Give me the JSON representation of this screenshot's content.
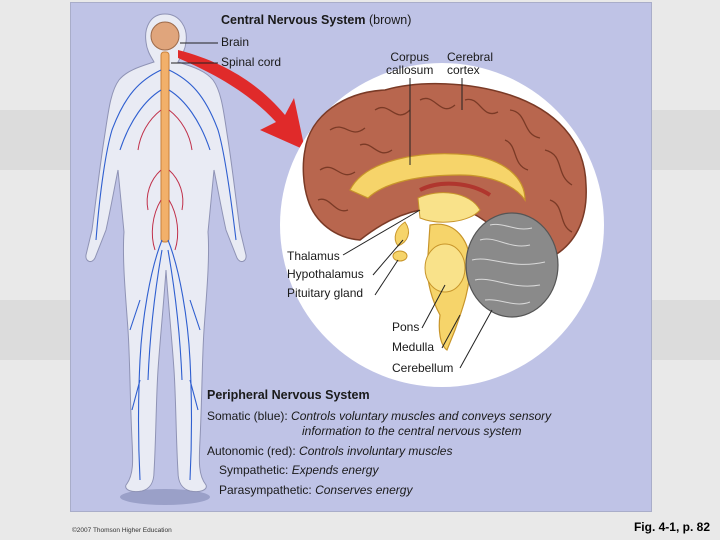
{
  "diagram": {
    "cns_title": "Central Nervous System",
    "cns_title_sub": "(brown)",
    "labels": {
      "brain": "Brain",
      "spinal_cord": "Spinal cord",
      "corpus_callosum_line1": "Corpus",
      "corpus_callosum_line2": "callosum",
      "cerebral_cortex_line1": "Cerebral",
      "cerebral_cortex_line2": "cortex",
      "thalamus": "Thalamus",
      "hypothalamus": "Hypothalamus",
      "pituitary_gland": "Pituitary gland",
      "pons": "Pons",
      "medulla": "Medulla",
      "cerebellum": "Cerebellum"
    },
    "pns": {
      "title": "Peripheral Nervous System",
      "somatic_label": "Somatic (blue):",
      "somatic_text_1": "Controls voluntary muscles and conveys sensory",
      "somatic_text_2": "information to the central nervous system",
      "autonomic_label": "Autonomic (red):",
      "autonomic_text": "Controls involuntary muscles",
      "sympathetic_label": "Sympathetic:",
      "sympathetic_text": "Expends energy",
      "parasympathetic_label": "Parasympathetic:",
      "parasympathetic_text": "Conserves energy"
    },
    "copyright": "©2007 Thomson Higher Education",
    "figure_ref": "Fig. 4-1, p. 82",
    "colors": {
      "panel": "#bfc3e6",
      "brain_outer": "#b8664e",
      "brain_inner": "#f6d46a",
      "cerebellum": "#8a8a8a",
      "arrow": "#e02a2a",
      "somatic_nerve": "#2f5fd0",
      "autonomic_nerve": "#c0304a",
      "spinal_cord": "#f2b06a"
    }
  }
}
